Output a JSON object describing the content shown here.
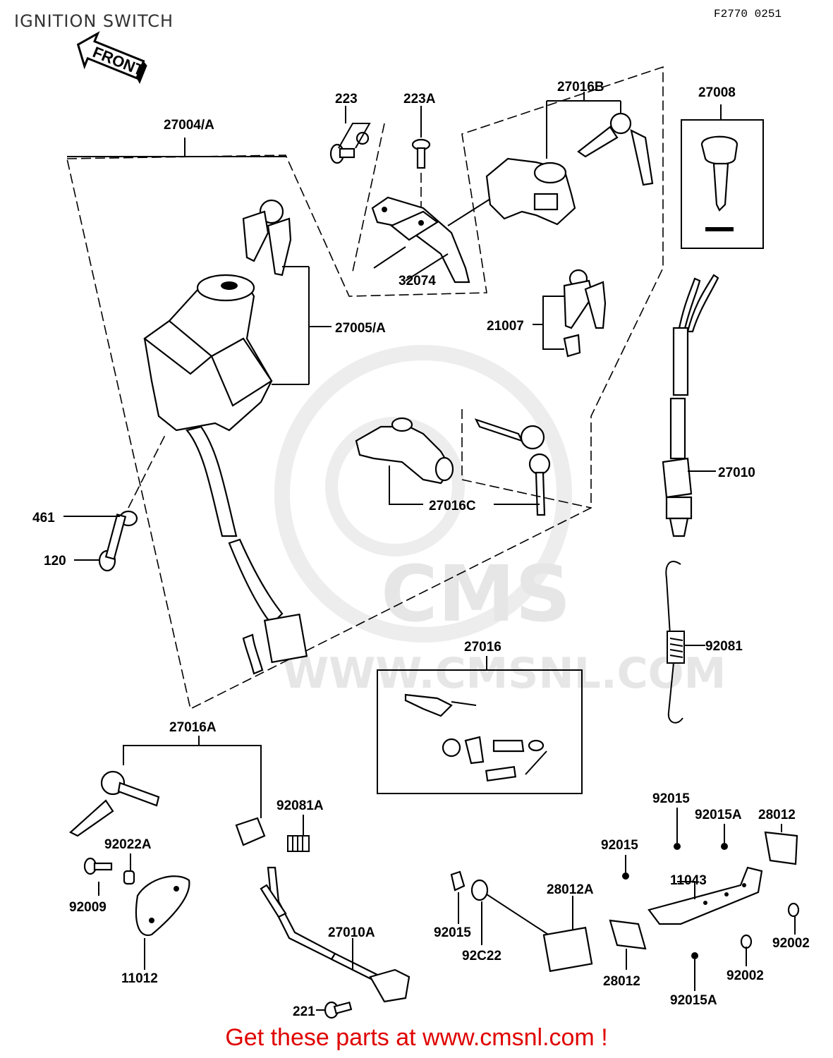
{
  "title": "IGNITION SWITCH",
  "figure_code": "F2770 0251",
  "front_label": "FRONT",
  "watermark": {
    "logo": "CMS",
    "url": "WWW.CMSNL.COM"
  },
  "parts": {
    "p27004A": "27004/A",
    "p223": "223",
    "p223A": "223A",
    "p27016B": "27016B",
    "p27008": "27008",
    "p32074": "32074",
    "p27005A": "27005/A",
    "p21007": "21007",
    "p27016C": "27016C",
    "p27010": "27010",
    "p461": "461",
    "p120": "120",
    "p92081": "92081",
    "p27016": "27016",
    "p27016A": "27016A",
    "p92081A": "92081A",
    "p92022A": "92022A",
    "p92009": "92009",
    "p11012": "11012",
    "p27010A": "27010A",
    "p221": "221",
    "p92015_a": "92015",
    "p92015A_a": "92015A",
    "p28012_a": "28012",
    "p92015_b": "92015",
    "p11043": "11043",
    "p28012A": "28012A",
    "p92015_c": "92015",
    "p92022": "92C22",
    "p92002_a": "92002",
    "p28012_b": "28012",
    "p92002_b": "92002",
    "p92015A_b": "92015A"
  },
  "footer": "Get these parts at www.cmsnl.com !"
}
